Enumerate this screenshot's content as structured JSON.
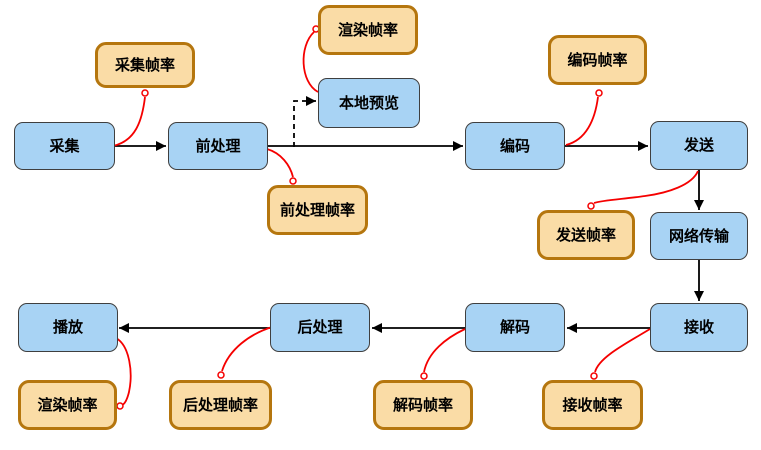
{
  "colors": {
    "background": "#ffffff",
    "process_fill": "#a8d3f4",
    "process_border": "#3f3f3f",
    "metric_fill": "#fadca6",
    "metric_border": "#b5760e",
    "arrow_black": "#000000",
    "connector_red": "#f50000",
    "text": "#000000"
  },
  "nodes": {
    "capture": {
      "label": "采集"
    },
    "preprocess": {
      "label": "前处理"
    },
    "encode": {
      "label": "编码"
    },
    "send": {
      "label": "发送"
    },
    "network_transfer": {
      "label": "网络传输"
    },
    "receive": {
      "label": "接收"
    },
    "decode": {
      "label": "解码"
    },
    "postprocess": {
      "label": "后处理"
    },
    "play": {
      "label": "播放"
    },
    "local_preview": {
      "label": "本地预览"
    },
    "capture_fps": {
      "label": "采集帧率"
    },
    "render_fps_top": {
      "label": "渲染帧率"
    },
    "encode_fps": {
      "label": "编码帧率"
    },
    "preprocess_fps": {
      "label": "前处理帧率"
    },
    "send_fps": {
      "label": "发送帧率"
    },
    "receive_fps": {
      "label": "接收帧率"
    },
    "decode_fps": {
      "label": "解码帧率"
    },
    "postprocess_fps": {
      "label": "后处理帧率"
    },
    "render_fps_bottom": {
      "label": "渲染帧率"
    }
  },
  "edges": [
    {
      "from": "capture",
      "to": "preprocess",
      "style": "solid-arrow"
    },
    {
      "from": "preprocess",
      "to": "encode",
      "style": "solid-arrow"
    },
    {
      "from": "encode",
      "to": "send",
      "style": "solid-arrow"
    },
    {
      "from": "send",
      "to": "network_transfer",
      "style": "solid-arrow"
    },
    {
      "from": "network_transfer",
      "to": "receive",
      "style": "solid-arrow"
    },
    {
      "from": "receive",
      "to": "decode",
      "style": "solid-arrow"
    },
    {
      "from": "decode",
      "to": "postprocess",
      "style": "solid-arrow"
    },
    {
      "from": "postprocess",
      "to": "play",
      "style": "solid-arrow"
    },
    {
      "from": "preprocess",
      "to": "local_preview",
      "style": "dashed-arrow"
    },
    {
      "from": "capture",
      "to": "capture_fps",
      "style": "red-curve-dot"
    },
    {
      "from": "local_preview",
      "to": "render_fps_top",
      "style": "red-curve-dot"
    },
    {
      "from": "preprocess",
      "to": "preprocess_fps",
      "style": "red-curve-dot"
    },
    {
      "from": "encode",
      "to": "encode_fps",
      "style": "red-curve-dot"
    },
    {
      "from": "send",
      "to": "send_fps",
      "style": "red-curve-dot"
    },
    {
      "from": "receive",
      "to": "receive_fps",
      "style": "red-curve-dot"
    },
    {
      "from": "decode",
      "to": "decode_fps",
      "style": "red-curve-dot"
    },
    {
      "from": "postprocess",
      "to": "postprocess_fps",
      "style": "red-curve-dot"
    },
    {
      "from": "play",
      "to": "render_fps_bottom",
      "style": "red-curve-dot"
    }
  ]
}
